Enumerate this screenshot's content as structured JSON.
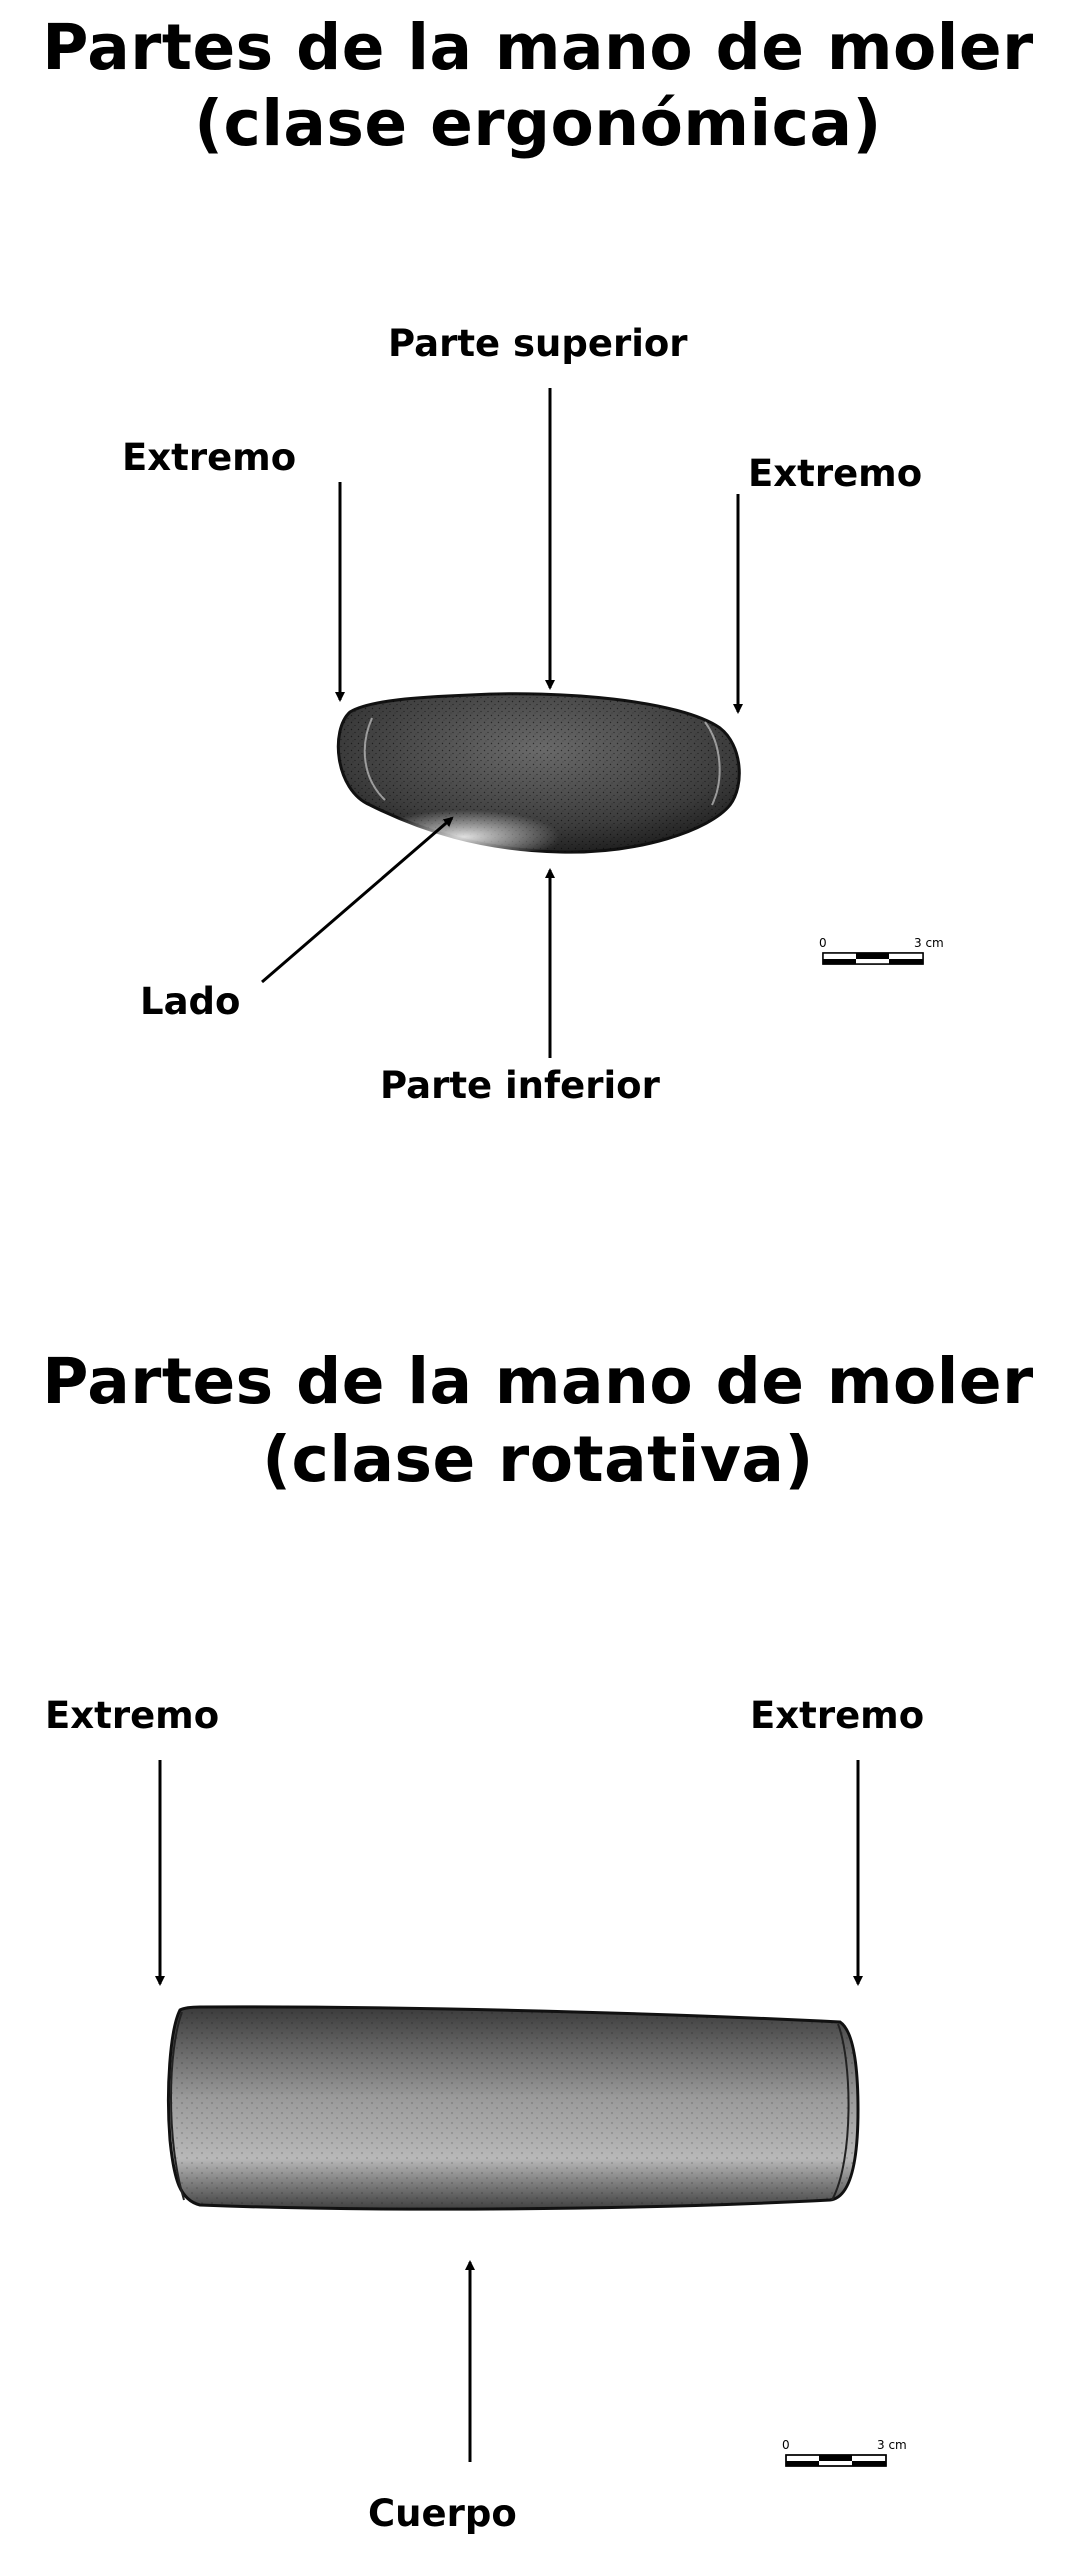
{
  "diagrams": [
    {
      "title_line1": "Partes de la mano de moler",
      "title_line2": "(clase ergonómica)",
      "labels": {
        "top": "Parte superior",
        "end_left": "Extremo",
        "end_right": "Extremo",
        "side": "Lado",
        "bottom": "Parte inferior"
      },
      "scale": {
        "start": "0",
        "end": "3 cm"
      }
    },
    {
      "title_line1": "Partes de la mano de moler",
      "title_line2": "(clase rotativa)",
      "labels": {
        "end_left": "Extremo",
        "end_right": "Extremo",
        "body": "Cuerpo"
      },
      "scale": {
        "start": "0",
        "end": "3 cm"
      }
    }
  ]
}
